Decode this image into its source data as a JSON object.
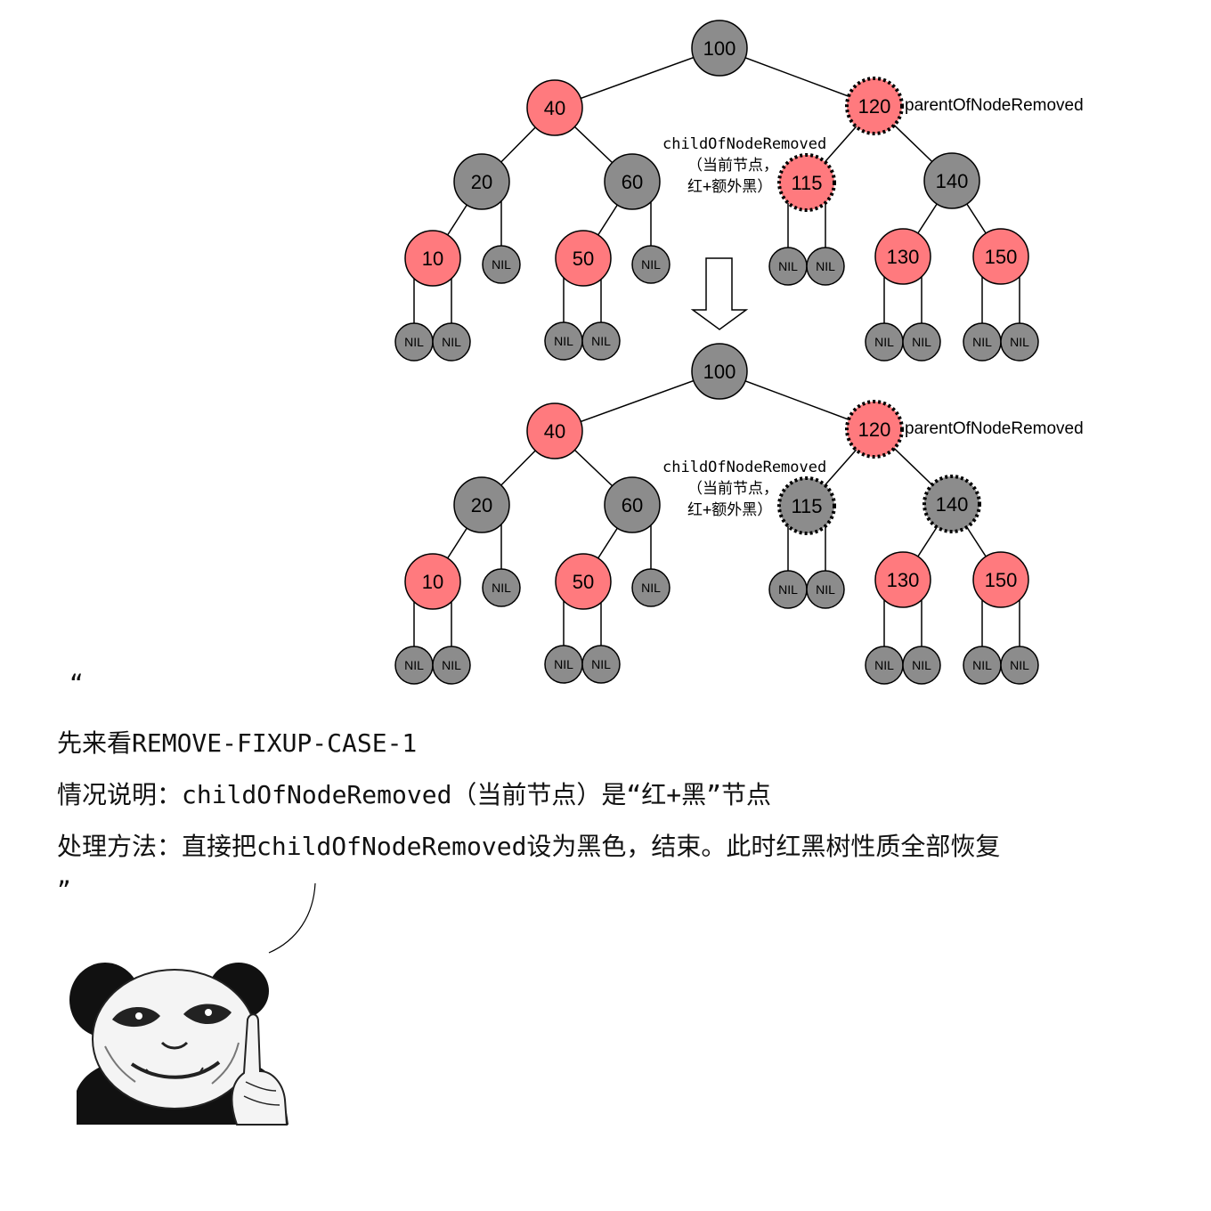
{
  "colors": {
    "red": "#ff7a7e",
    "black": "#8c8c8c",
    "stroke": "#000000"
  },
  "trees": [
    {
      "nodes": [
        {
          "id": "n100",
          "label": "100",
          "color": "black"
        },
        {
          "id": "n40",
          "label": "40",
          "color": "red"
        },
        {
          "id": "n120",
          "label": "120",
          "color": "red",
          "dotted": true
        },
        {
          "id": "n20",
          "label": "20",
          "color": "black"
        },
        {
          "id": "n60",
          "label": "60",
          "color": "black"
        },
        {
          "id": "n115",
          "label": "115",
          "color": "red",
          "dotted": true
        },
        {
          "id": "n140",
          "label": "140",
          "color": "black"
        },
        {
          "id": "n10",
          "label": "10",
          "color": "red"
        },
        {
          "id": "nil20",
          "label": "NIL",
          "color": "black"
        },
        {
          "id": "n50",
          "label": "50",
          "color": "red"
        },
        {
          "id": "nil60",
          "label": "NIL",
          "color": "black"
        },
        {
          "id": "nil115a",
          "label": "NIL",
          "color": "black"
        },
        {
          "id": "nil115b",
          "label": "NIL",
          "color": "black"
        },
        {
          "id": "n130",
          "label": "130",
          "color": "red"
        },
        {
          "id": "n150",
          "label": "150",
          "color": "red"
        },
        {
          "id": "nil10a",
          "label": "NIL",
          "color": "black"
        },
        {
          "id": "nil10b",
          "label": "NIL",
          "color": "black"
        },
        {
          "id": "nil50a",
          "label": "NIL",
          "color": "black"
        },
        {
          "id": "nil50b",
          "label": "NIL",
          "color": "black"
        },
        {
          "id": "nil130a",
          "label": "NIL",
          "color": "black"
        },
        {
          "id": "nil130b",
          "label": "NIL",
          "color": "black"
        },
        {
          "id": "nil150a",
          "label": "NIL",
          "color": "black"
        },
        {
          "id": "nil150b",
          "label": "NIL",
          "color": "black"
        }
      ],
      "annotations": {
        "parent": "parentOfNodeRemoved",
        "child": [
          "childOfNodeRemoved",
          "（当前节点，",
          "红+额外黑）"
        ]
      }
    },
    {
      "nodes": [
        {
          "id": "n100",
          "label": "100",
          "color": "black"
        },
        {
          "id": "n40",
          "label": "40",
          "color": "red"
        },
        {
          "id": "n120",
          "label": "120",
          "color": "red",
          "dotted": true
        },
        {
          "id": "n20",
          "label": "20",
          "color": "black"
        },
        {
          "id": "n60",
          "label": "60",
          "color": "black"
        },
        {
          "id": "n115",
          "label": "115",
          "color": "black",
          "dotted": true
        },
        {
          "id": "n140",
          "label": "140",
          "color": "black",
          "dotted": true
        },
        {
          "id": "n10",
          "label": "10",
          "color": "red"
        },
        {
          "id": "nil20",
          "label": "NIL",
          "color": "black"
        },
        {
          "id": "n50",
          "label": "50",
          "color": "red"
        },
        {
          "id": "nil60",
          "label": "NIL",
          "color": "black"
        },
        {
          "id": "nil115a",
          "label": "NIL",
          "color": "black"
        },
        {
          "id": "nil115b",
          "label": "NIL",
          "color": "black"
        },
        {
          "id": "n130",
          "label": "130",
          "color": "red"
        },
        {
          "id": "n150",
          "label": "150",
          "color": "red"
        },
        {
          "id": "nil10a",
          "label": "NIL",
          "color": "black"
        },
        {
          "id": "nil10b",
          "label": "NIL",
          "color": "black"
        },
        {
          "id": "nil50a",
          "label": "NIL",
          "color": "black"
        },
        {
          "id": "nil50b",
          "label": "NIL",
          "color": "black"
        },
        {
          "id": "nil130a",
          "label": "NIL",
          "color": "black"
        },
        {
          "id": "nil130b",
          "label": "NIL",
          "color": "black"
        },
        {
          "id": "nil150a",
          "label": "NIL",
          "color": "black"
        },
        {
          "id": "nil150b",
          "label": "NIL",
          "color": "black"
        }
      ],
      "annotations": {
        "parent": "parentOfNodeRemoved",
        "child": [
          "childOfNodeRemoved",
          "（当前节点，",
          "红+额外黑）"
        ]
      }
    }
  ],
  "edges": [
    [
      "n100",
      "n40"
    ],
    [
      "n100",
      "n120"
    ],
    [
      "n40",
      "n20"
    ],
    [
      "n40",
      "n60"
    ],
    [
      "n120",
      "n115"
    ],
    [
      "n120",
      "n140"
    ],
    [
      "n20",
      "n10"
    ],
    [
      "n20",
      "nil20"
    ],
    [
      "n60",
      "n50"
    ],
    [
      "n60",
      "nil60"
    ],
    [
      "n115",
      "nil115a"
    ],
    [
      "n115",
      "nil115b"
    ],
    [
      "n140",
      "n130"
    ],
    [
      "n140",
      "n150"
    ],
    [
      "n10",
      "nil10a"
    ],
    [
      "n10",
      "nil10b"
    ],
    [
      "n50",
      "nil50a"
    ],
    [
      "n50",
      "nil50b"
    ],
    [
      "n130",
      "nil130a"
    ],
    [
      "n130",
      "nil130b"
    ],
    [
      "n150",
      "nil150a"
    ],
    [
      "n150",
      "nil150b"
    ]
  ],
  "text": {
    "open_quote": "“",
    "line1": "先来看REMOVE-FIXUP-CASE-1",
    "line2": "情况说明：childOfNodeRemoved（当前节点）是“红+黑”节点",
    "line3": "处理方法：直接把childOfNodeRemoved设为黑色，结束。此时红黑树性质全部恢复",
    "close_quote": "”"
  }
}
